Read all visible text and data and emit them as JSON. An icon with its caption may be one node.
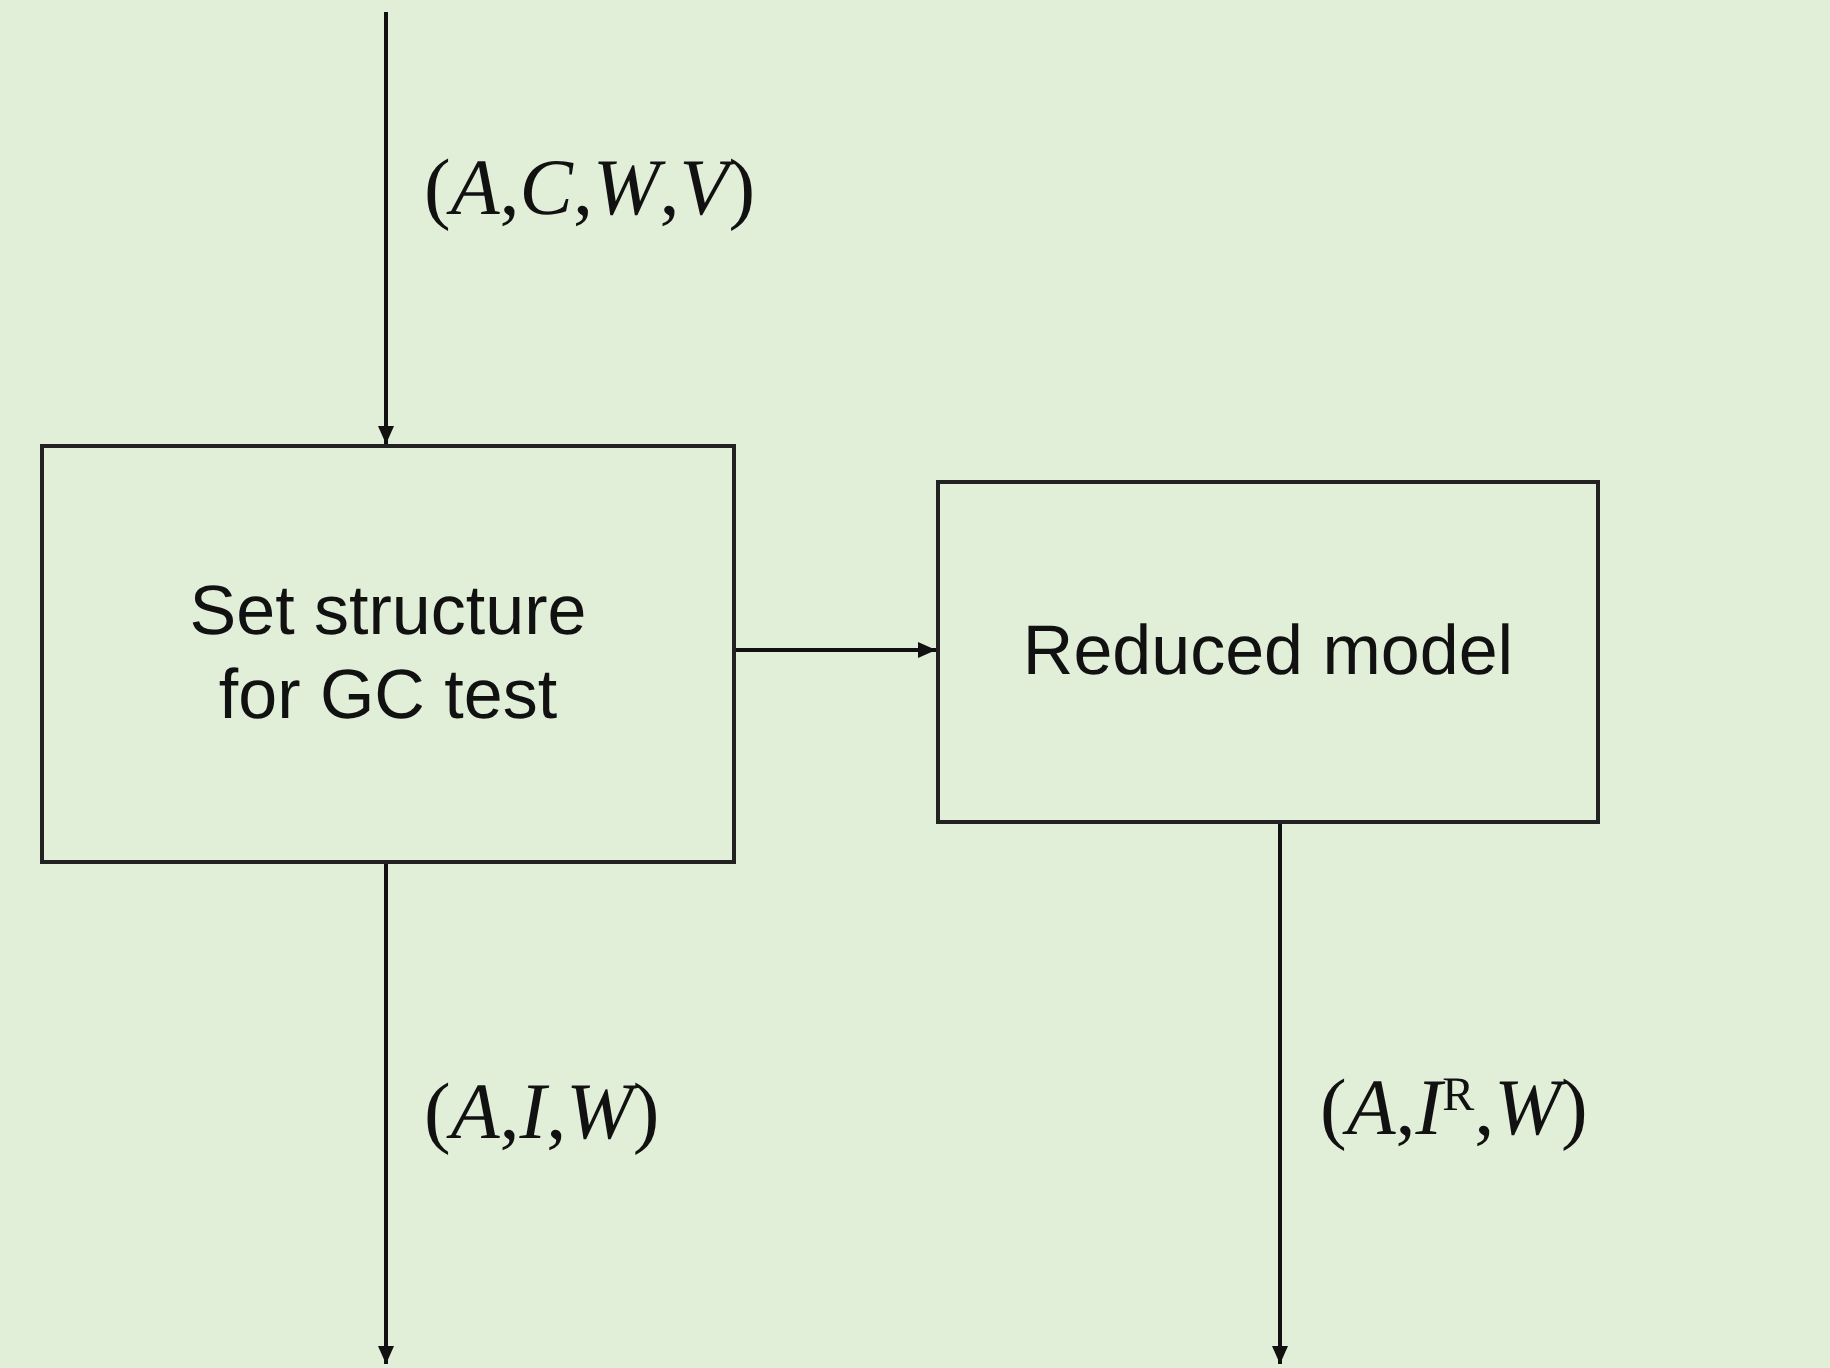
{
  "diagram": {
    "nodes": [
      {
        "text": [
          "Set structure for GC test"
        ]
      },
      {
        "text": [
          "Reduced model"
        ]
      }
    ],
    "edges": [
      {
        "from": null,
        "to": 0,
        "arrow": "to",
        "label": "(*A*,*C*,*W*,*V*)"
      },
      {
        "from": 0,
        "to": 1,
        "arrow": "to"
      },
      {
        "from": 0,
        "to": null,
        "arrow": "to",
        "label": "(*A*,*I*,*W*)"
      },
      {
        "from": 1,
        "to": null,
        "arrow": "to",
        "label": "(*A*,*I*$^{R}$,*W*)"
      }
    ]
  }
}
